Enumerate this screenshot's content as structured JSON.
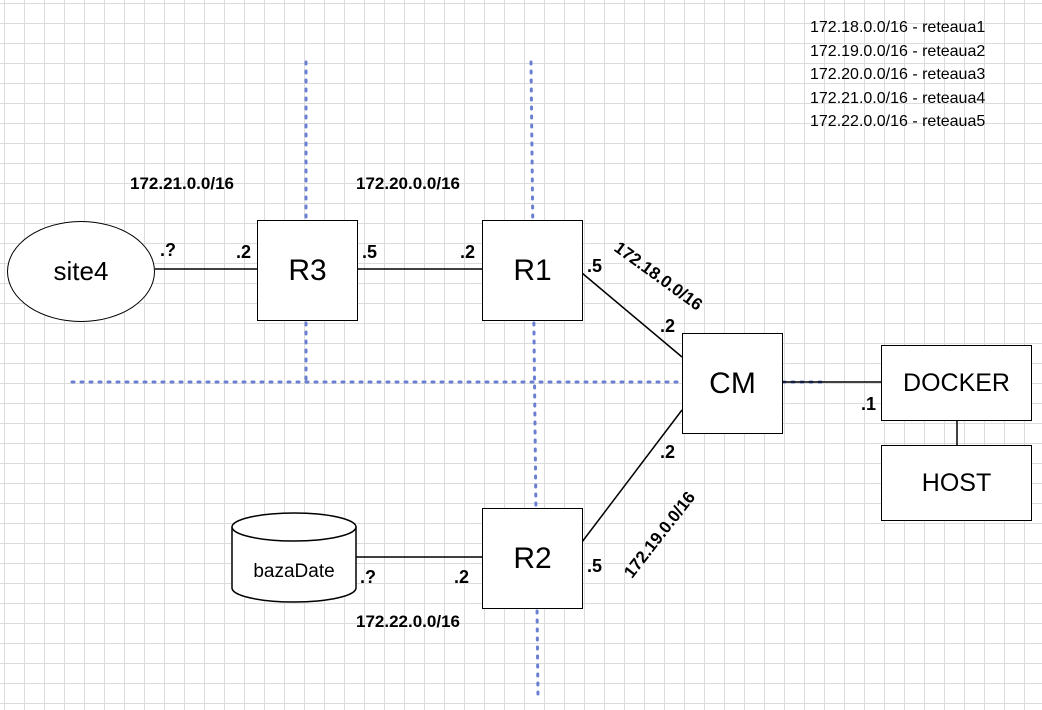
{
  "legend": [
    "172.18.0.0/16 - reteaua1",
    "172.19.0.0/16 - reteaua2",
    "172.20.0.0/16 - reteaua3",
    "172.21.0.0/16 - reteaua4",
    "172.22.0.0/16 - reteaua5"
  ],
  "nodes": {
    "site4": "site4",
    "r3": "R3",
    "r1": "R1",
    "r2": "R2",
    "cm": "CM",
    "docker": "DOCKER",
    "host": "HOST",
    "bazadate": "bazaDate"
  },
  "networks": {
    "net_r3_site4": "172.21.0.0/16",
    "net_r3_r1": "172.20.0.0/16",
    "net_r1_cm": "172.18.0.0/16",
    "net_r2_cm": "172.19.0.0/16",
    "net_r2_db": "172.22.0.0/16"
  },
  "ports": {
    "site4_side": ".?",
    "r3_left": ".2",
    "r3_right": ".5",
    "r1_left": ".2",
    "r1_right": ".5",
    "cm_top": ".2",
    "cm_bottom": ".2",
    "docker": ".1",
    "r2_right": ".5",
    "r2_left": ".2",
    "db_side": ".?"
  },
  "colors": {
    "divider": "#6a7fd0",
    "line": "#000000"
  }
}
